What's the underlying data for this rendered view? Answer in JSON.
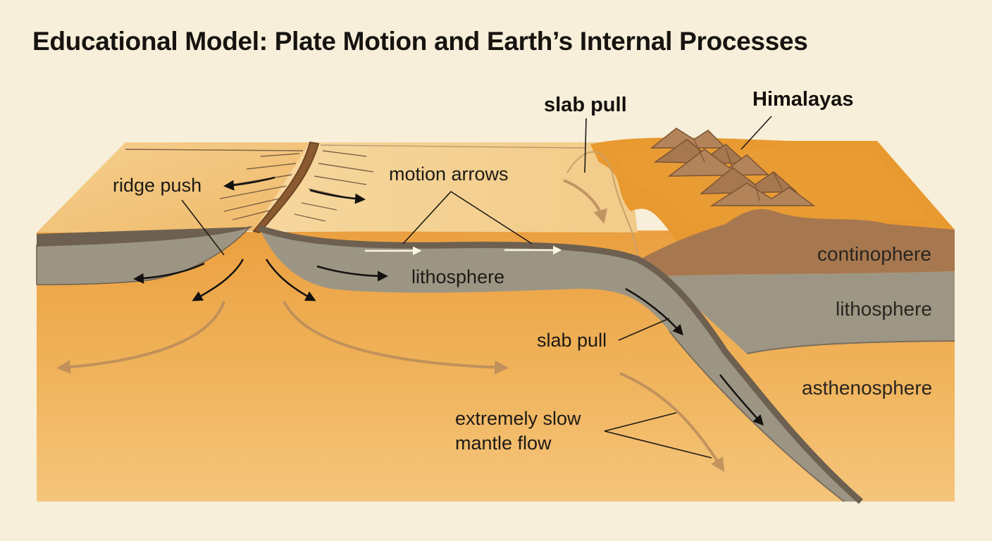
{
  "title": "Educational Model: Plate Motion and Earth’s Internal Processes",
  "labels": {
    "ridge_push": "ridge push",
    "motion_arrows": "motion arrows",
    "lithosphere_ocean": "lithosphere",
    "slab_pull_top": "slab pull",
    "slab_pull_mid": "slab pull",
    "himalayas": "Himalayas",
    "continophere": "continophere",
    "lithosphere_right": "lithosphere",
    "asthenosphere": "asthenosphere",
    "mantle_flow_line1": "extremely slow",
    "mantle_flow_line2": "mantle flow"
  },
  "colors": {
    "background": "#f7efd9",
    "plate_top": "#f3c47c",
    "mantle": "#eca440",
    "lithosphere": "#9c9584",
    "plate_edge": "#6e6050",
    "mountains": "#a7784f",
    "continent": "#e8992f"
  }
}
